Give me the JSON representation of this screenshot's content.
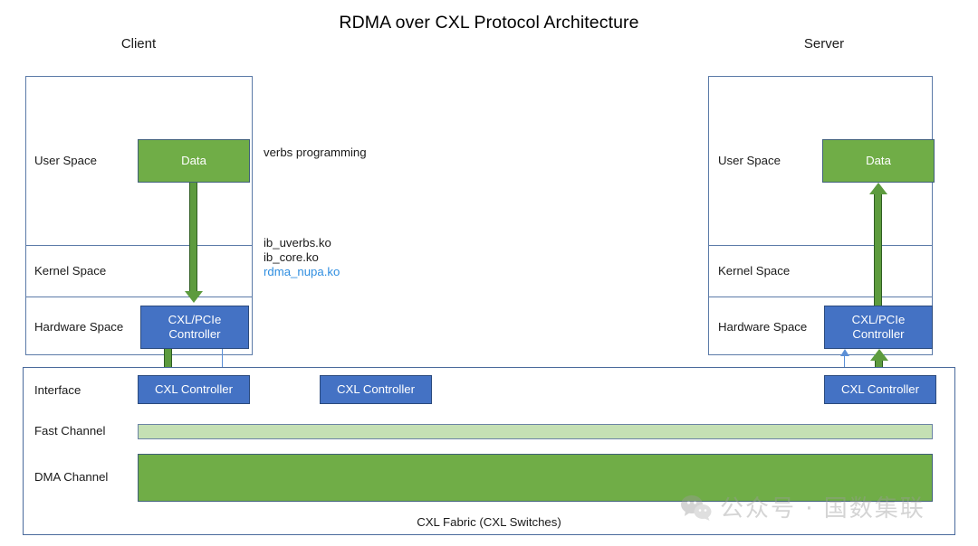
{
  "title": "RDMA over CXL Protocol Architecture",
  "sides": {
    "client_label": "Client",
    "server_label": "Server"
  },
  "host_rows": {
    "user_space": "User Space",
    "kernel_space": "Kernel Space",
    "hardware_space": "Hardware Space"
  },
  "boxes": {
    "data": "Data",
    "cxl_pcie_controller": "CXL/PCIe\nController",
    "cxl_pcie_controller_line1": "CXL/PCIe",
    "cxl_pcie_controller_line2": "Controller",
    "cxl_controller": "CXL Controller"
  },
  "fabric": {
    "interface_label": "Interface",
    "fast_channel_label": "Fast Channel",
    "dma_channel_label": "DMA Channel",
    "caption": "CXL Fabric (CXL Switches)"
  },
  "annotations": {
    "verbs": "verbs programming",
    "ib_uverbs": "ib_uverbs.ko",
    "ib_core": "ib_core.ko",
    "rdma_nupa": "rdma_nupa.ko"
  },
  "watermark": {
    "text": "公众号 · 国数集联",
    "icon": "wechat-icon"
  },
  "colors": {
    "green": "#70AD47",
    "light_green": "#C5E0B4",
    "blue": "#4472C4",
    "panel_border": "#5B7AA8",
    "link_blue": "#2F8EE0",
    "arrow_green": "#5D9B3E",
    "arrow_blue": "#5B8FD6"
  }
}
